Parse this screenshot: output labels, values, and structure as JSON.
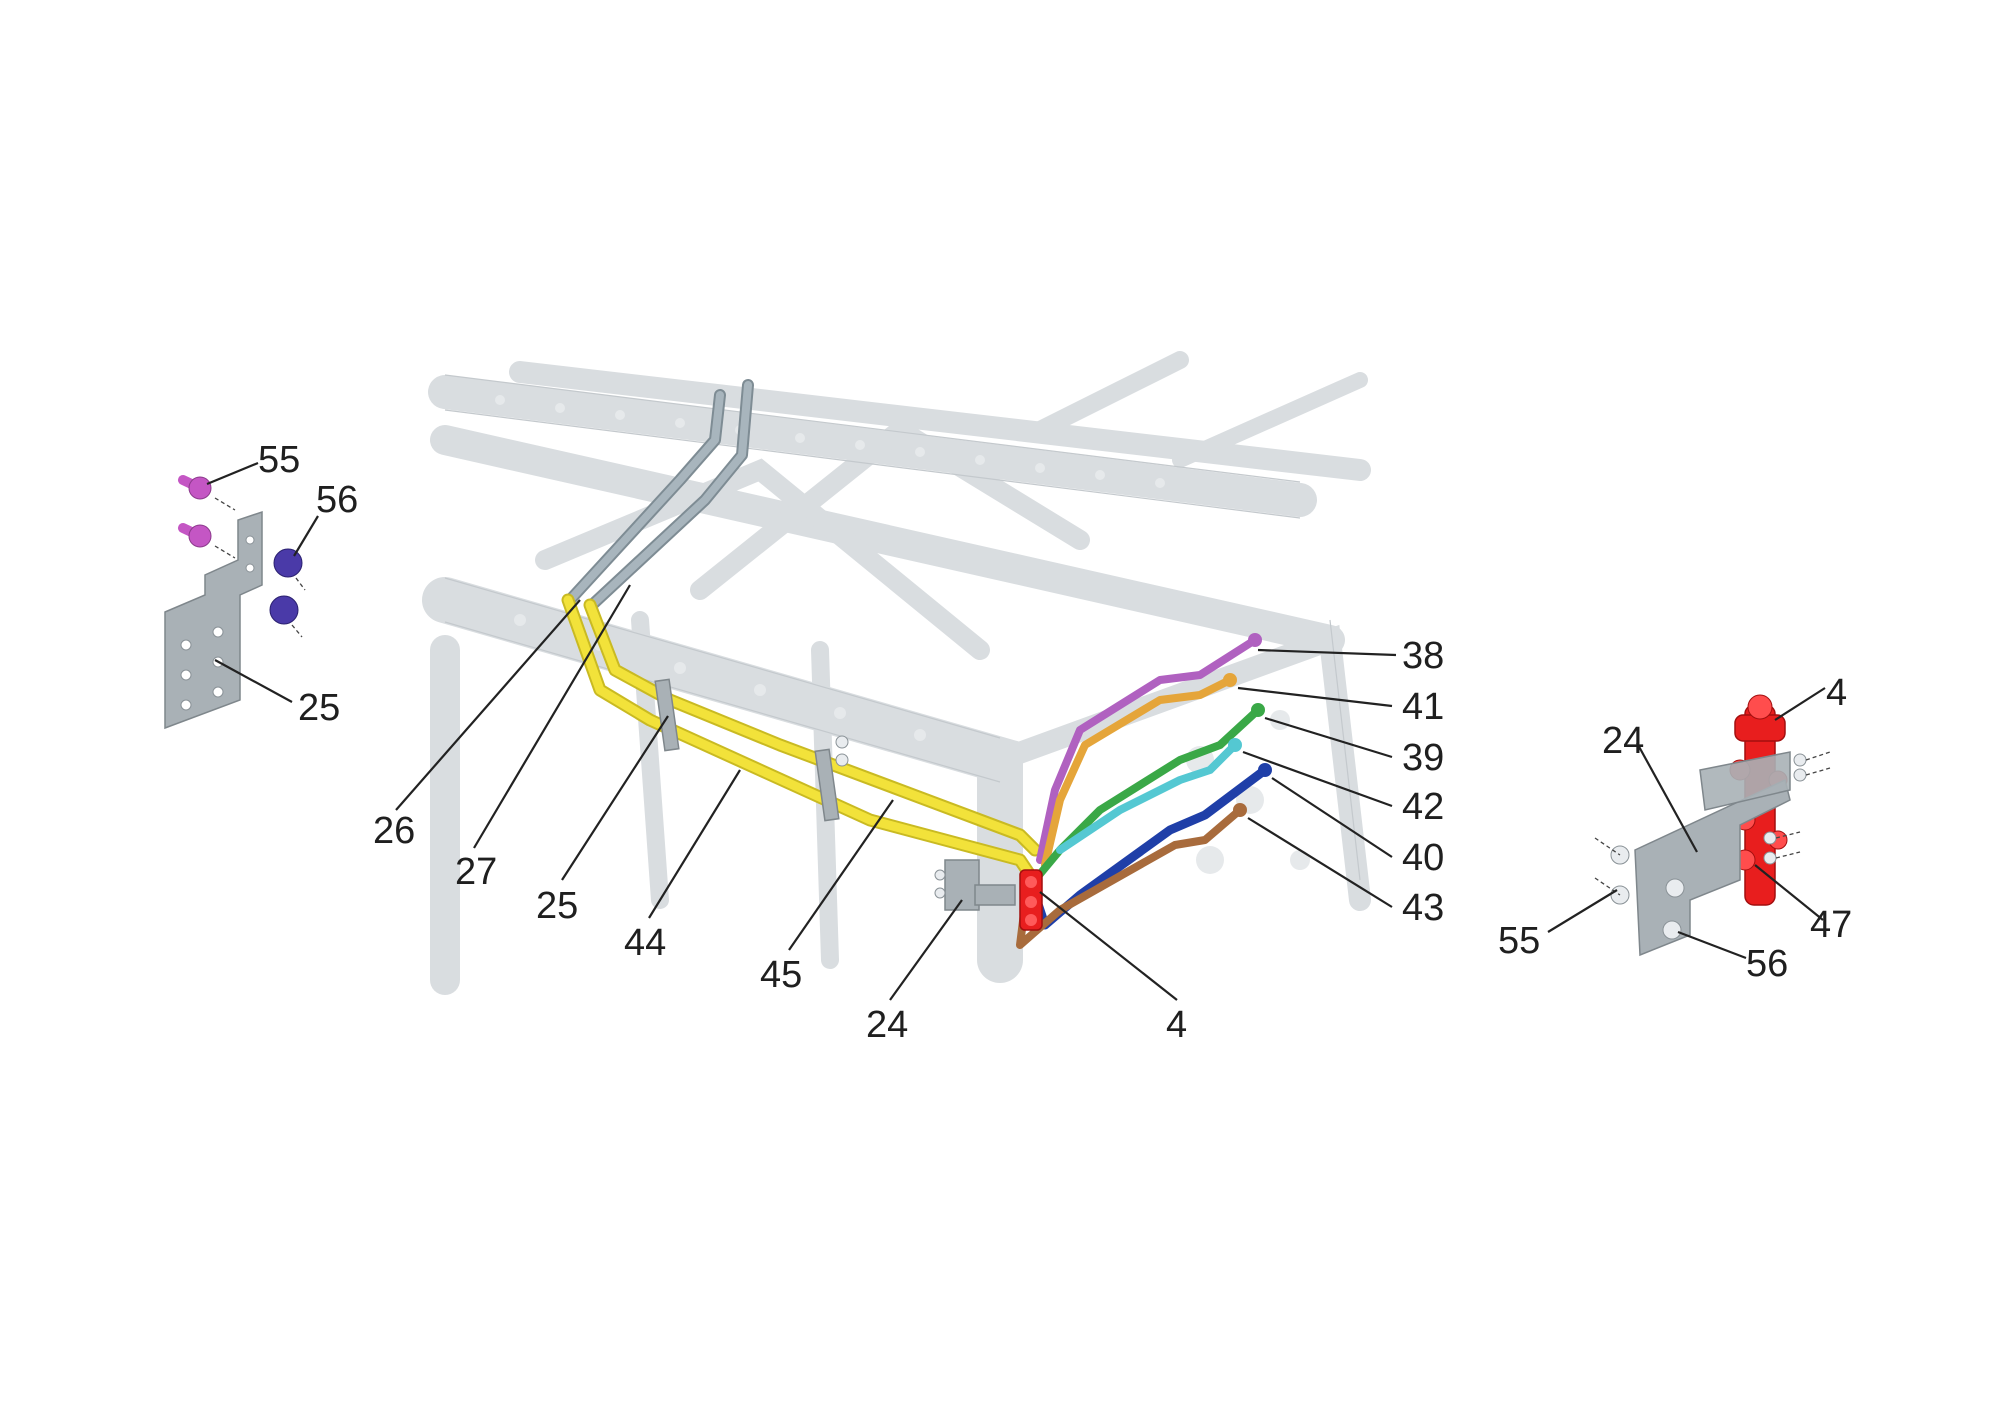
{
  "colors": {
    "tube_silver": "#a8b5bd",
    "tube_yellow": "#f2e23a",
    "tube_purple": "#b061c0",
    "tube_orange": "#e5a53a",
    "tube_green": "#3aa847",
    "tube_cyan": "#54c8d2",
    "tube_blue": "#1f3fa8",
    "tube_brown": "#a86b3c",
    "valve_red": "#e81e1e",
    "bolt_magenta": "#c456c4",
    "nut_violet": "#4a3aa8",
    "bracket_gray": "#a9b1b6"
  },
  "callouts": {
    "left_detail": {
      "c55": "55",
      "c56": "56",
      "c25": "25"
    },
    "main": {
      "c26": "26",
      "c27": "27",
      "c25": "25",
      "c44": "44",
      "c45": "45",
      "c24": "24",
      "c4": "4",
      "c38": "38",
      "c41": "41",
      "c39": "39",
      "c42": "42",
      "c40": "40",
      "c43": "43"
    },
    "right_detail": {
      "c4": "4",
      "c24": "24",
      "c47": "47",
      "c55": "55",
      "c56": "56"
    }
  }
}
